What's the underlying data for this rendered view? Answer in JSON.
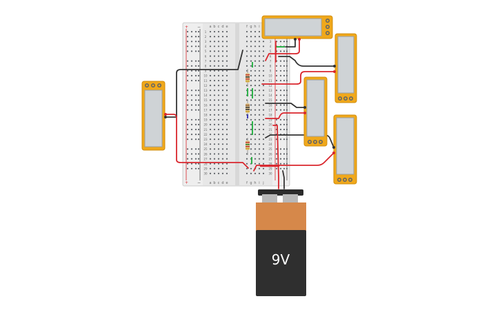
{
  "breadboard": {
    "column_letters_left": [
      "a",
      "b",
      "c",
      "d",
      "e"
    ],
    "column_letters_right": [
      "f",
      "g",
      "h",
      "i",
      "j"
    ],
    "rail_plus": "+",
    "rail_minus": "−",
    "row_count": 30
  },
  "battery": {
    "label": "9V"
  },
  "multimeters": [
    {
      "id": "m1",
      "orientation": "vertical"
    },
    {
      "id": "m2",
      "orientation": "horizontal"
    },
    {
      "id": "m3",
      "orientation": "vertical"
    },
    {
      "id": "m4",
      "orientation": "vertical"
    },
    {
      "id": "m5",
      "orientation": "vertical"
    }
  ],
  "colors": {
    "wire_red": "#d9252c",
    "wire_black": "#333333",
    "wire_green": "#2db34a",
    "meter_body": "#f0a81b",
    "meter_screen": "#cfd3d6",
    "battery_top": "#d6884a",
    "battery_bottom": "#2f2f2f"
  }
}
